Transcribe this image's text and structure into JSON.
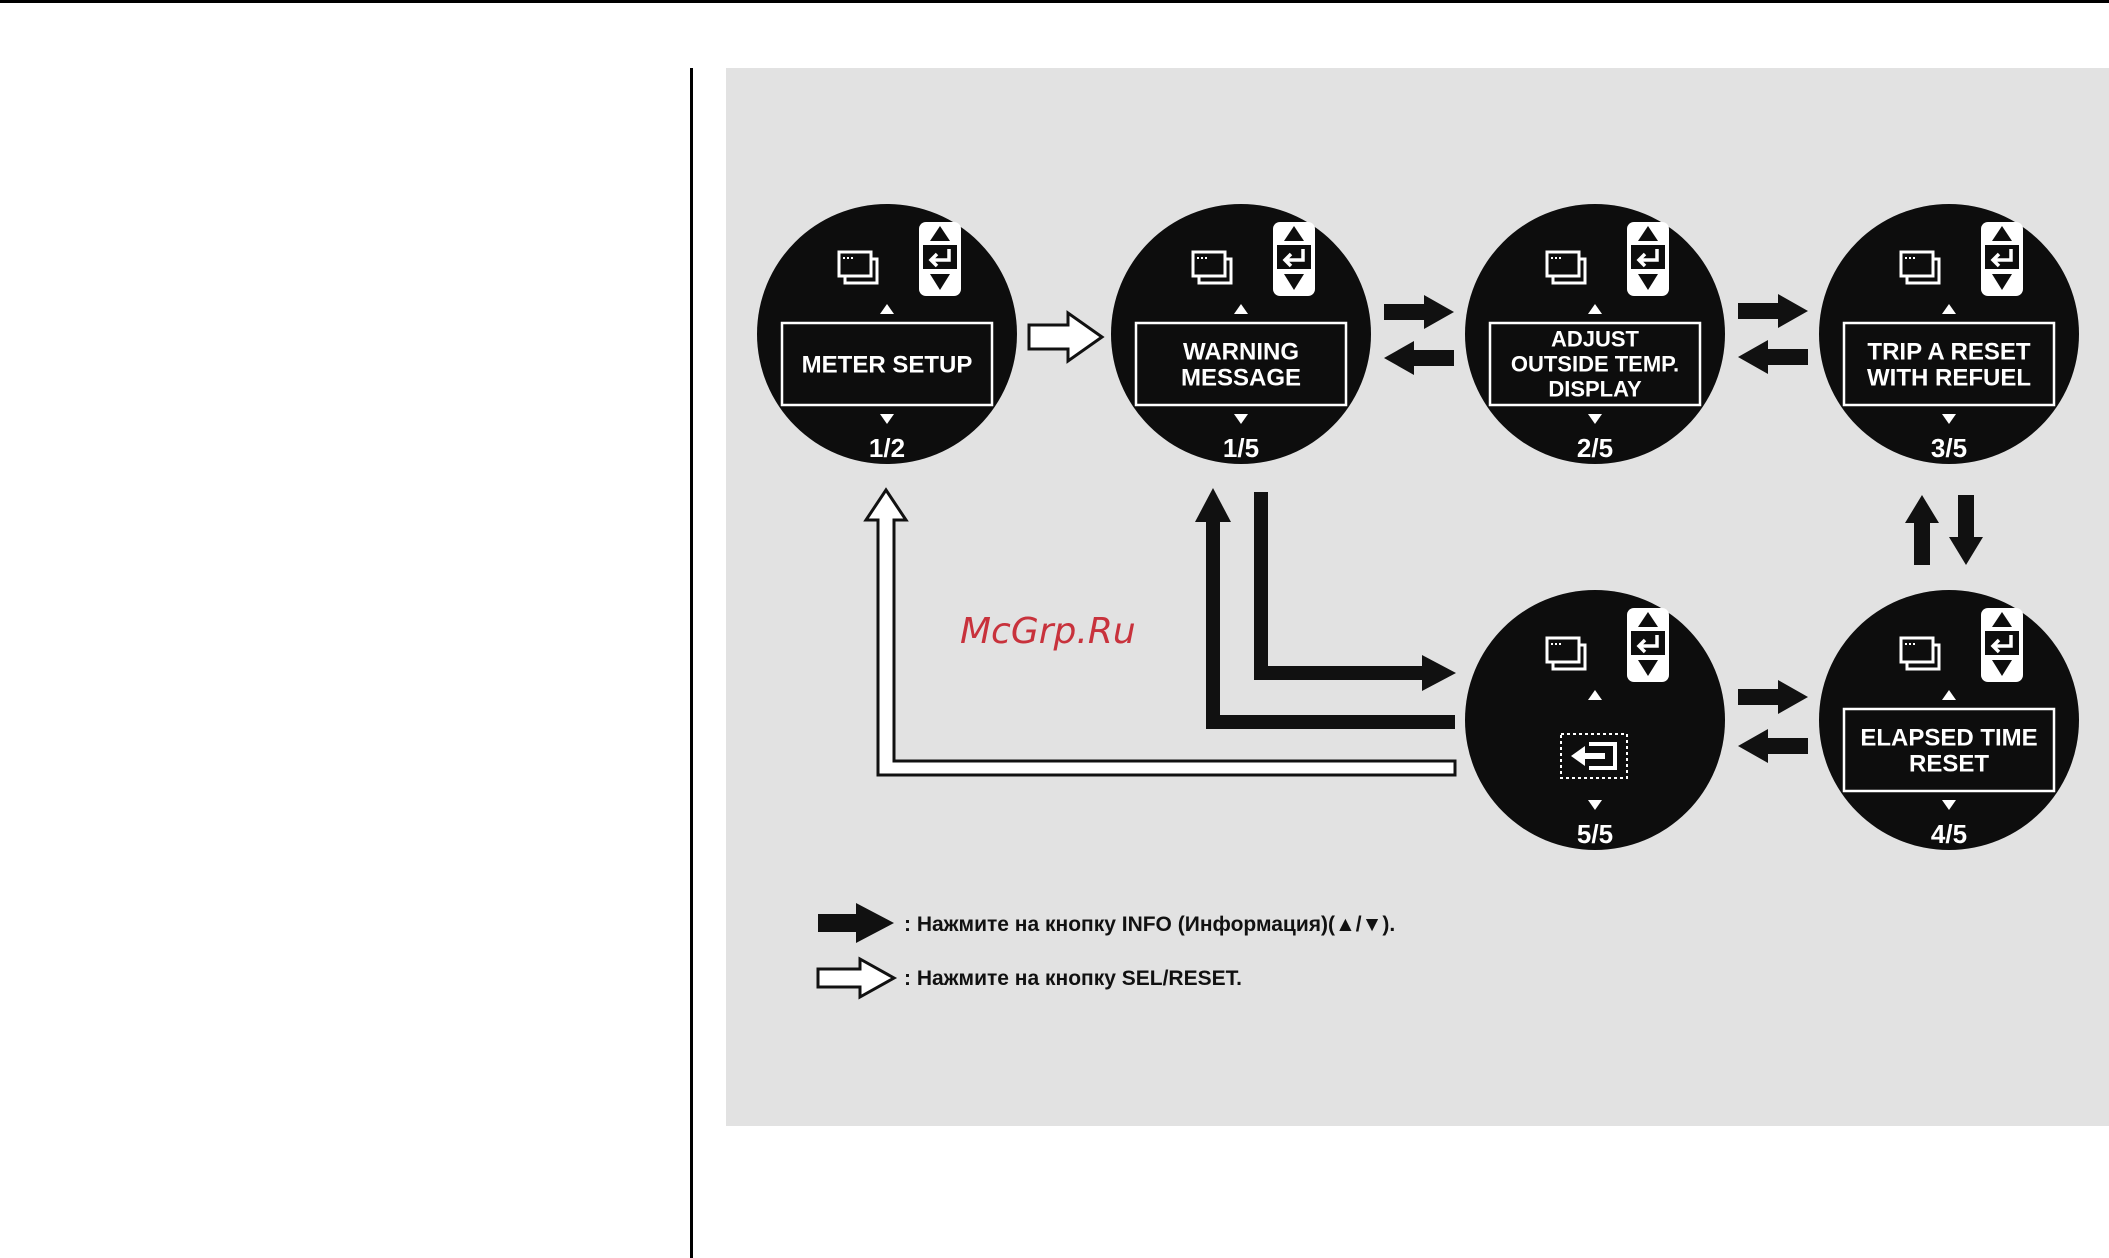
{
  "screens": [
    {
      "id": "meter-setup",
      "lines": [
        "METER SETUP"
      ],
      "page": "1/2"
    },
    {
      "id": "warning-message",
      "lines": [
        "WARNING",
        "MESSAGE"
      ],
      "page": "1/5"
    },
    {
      "id": "adjust-outside-temp",
      "lines": [
        "ADJUST",
        "OUTSIDE TEMP.",
        "DISPLAY"
      ],
      "page": "2/5"
    },
    {
      "id": "trip-a-reset",
      "lines": [
        "TRIP A RESET",
        "WITH REFUEL"
      ],
      "page": "3/5"
    },
    {
      "id": "elapsed-time-reset",
      "lines": [
        "ELAPSED TIME",
        "RESET"
      ],
      "page": "4/5"
    },
    {
      "id": "exit",
      "lines": [],
      "page": "5/5"
    }
  ],
  "legend": {
    "info": ": Нажмите на кнопку INFO (Информация)(▲/▼).",
    "sel": ": Нажмите на кнопку SEL/RESET."
  },
  "watermark": "McGrp.Ru",
  "colors": {
    "panel": "#e2e2e2",
    "ink": "#111111",
    "watermark": "#c8323c"
  },
  "icons": [
    "display-mode-icon",
    "up-arrow-icon",
    "enter-icon",
    "down-arrow-icon",
    "back-icon"
  ]
}
